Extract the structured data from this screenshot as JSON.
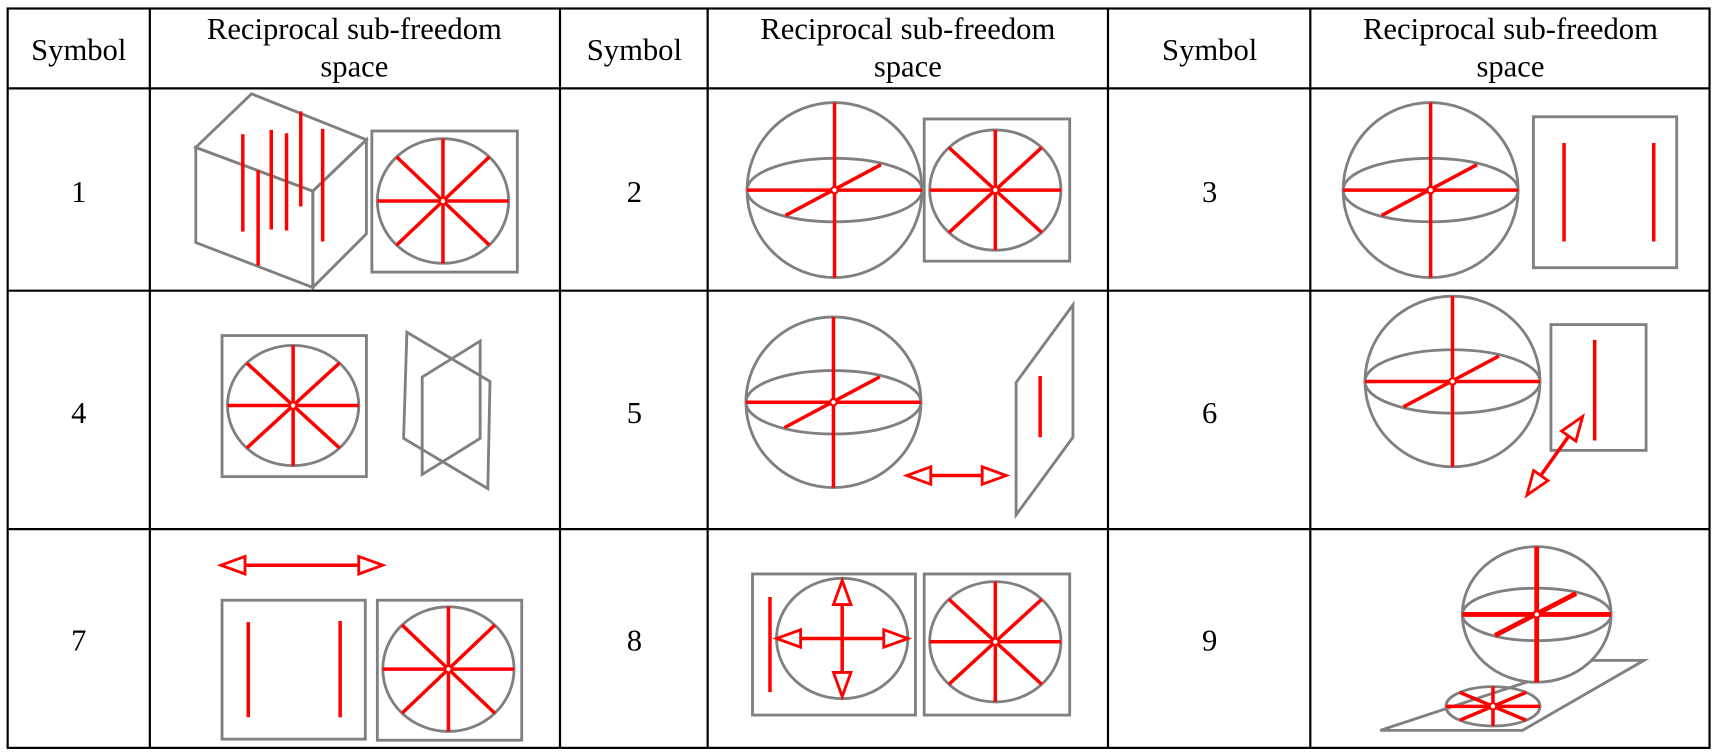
{
  "table": {
    "headers": [
      "Symbol",
      "Reciprocal sub-freedom",
      "space",
      "Symbol",
      "Reciprocal sub-freedom",
      "space",
      "Symbol",
      "Reciprocal sub-freedom",
      "space"
    ],
    "rows": [
      [
        "1",
        "2",
        "3"
      ],
      [
        "4",
        "5",
        "6"
      ],
      [
        "7",
        "8",
        "9"
      ]
    ]
  },
  "colors": {
    "line": "#808080",
    "accent": "#ff0000",
    "border": "#000000"
  }
}
